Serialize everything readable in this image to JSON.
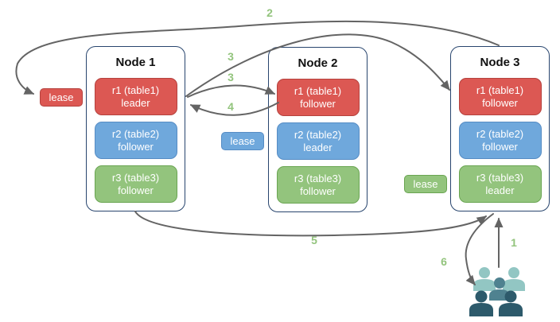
{
  "nodes": [
    {
      "title": "Node 1",
      "replicas": [
        {
          "label": "r1 (table1)",
          "role": "leader",
          "color": "red"
        },
        {
          "label": "r2 (table2)",
          "role": "follower",
          "color": "blue"
        },
        {
          "label": "r3 (table3)",
          "role": "follower",
          "color": "green"
        }
      ]
    },
    {
      "title": "Node 2",
      "replicas": [
        {
          "label": "r1 (table1)",
          "role": "follower",
          "color": "red"
        },
        {
          "label": "r2 (table2)",
          "role": "leader",
          "color": "blue"
        },
        {
          "label": "r3 (table3)",
          "role": "follower",
          "color": "green"
        }
      ]
    },
    {
      "title": "Node 3",
      "replicas": [
        {
          "label": "r1 (table1)",
          "role": "follower",
          "color": "red"
        },
        {
          "label": "r2 (table2)",
          "role": "follower",
          "color": "blue"
        },
        {
          "label": "r3 (table3)",
          "role": "leader",
          "color": "green"
        }
      ]
    }
  ],
  "leases": [
    {
      "label": "lease",
      "color": "red"
    },
    {
      "label": "lease",
      "color": "blue"
    },
    {
      "label": "lease",
      "color": "green"
    }
  ],
  "step_labels": {
    "s1": "1",
    "s2": "2",
    "s3a": "3",
    "s3b": "3",
    "s4": "4",
    "s5": "5",
    "s6": "6"
  },
  "icons": {
    "clients": "users-group-icon"
  },
  "colors": {
    "red_fill": "#dc5853",
    "red_border": "#b5423e",
    "blue_fill": "#6fa8dc",
    "blue_border": "#568cc4",
    "green_fill": "#93c47d",
    "green_border": "#6aa552",
    "node_border": "#28456e",
    "arrow": "#646464",
    "step_label": "#93c47d",
    "client_light": "#92c6c3",
    "client_mid": "#4f8290",
    "client_dark": "#2d5a6b"
  }
}
